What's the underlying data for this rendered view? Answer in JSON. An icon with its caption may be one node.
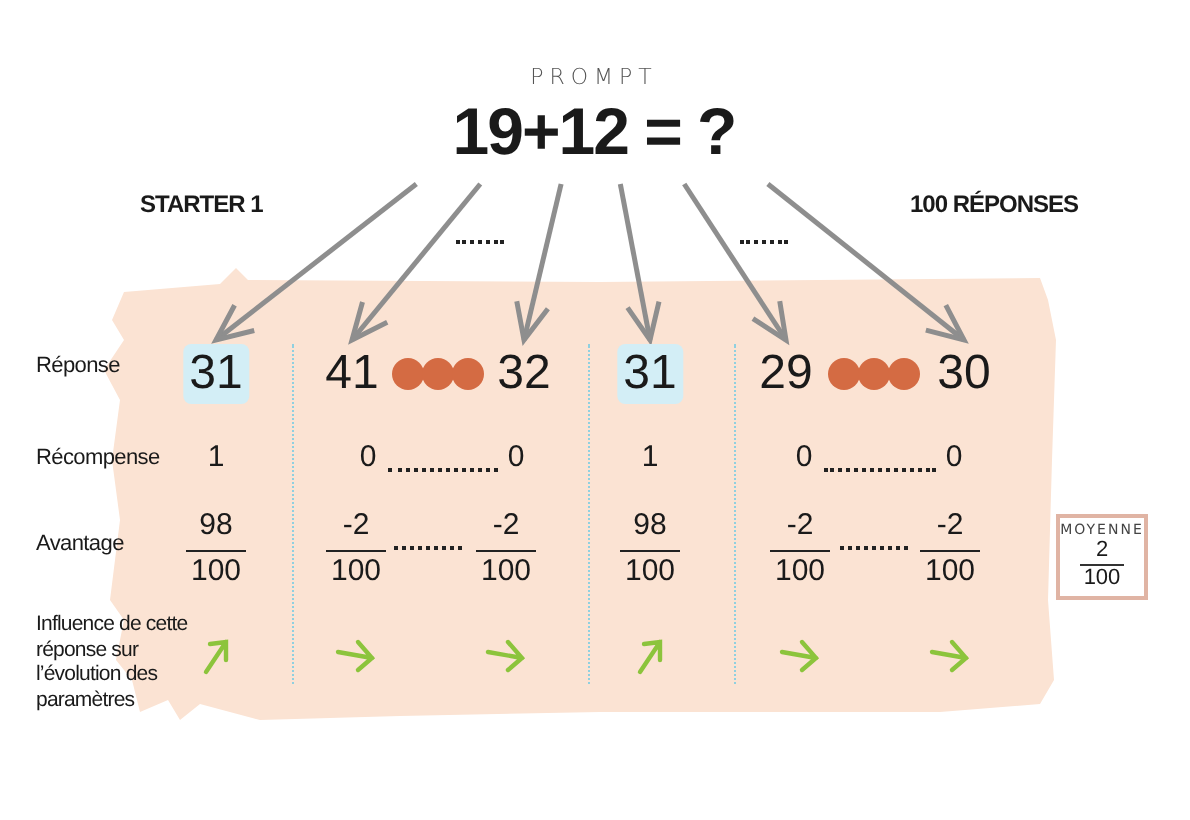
{
  "diagram": {
    "nodes": [
      {
        "text": [
          "PROMPT",
          "19+12 = ?"
        ]
      },
      {
        "text": [
          "31"
        ]
      },
      {
        "text": [
          "41"
        ]
      },
      {
        "text": [
          "32"
        ]
      },
      {
        "text": [
          "31"
        ]
      },
      {
        "text": [
          "29"
        ]
      },
      {
        "text": [
          "30"
        ]
      },
      {
        "text": [
          "MOYENNE",
          "2",
          "100"
        ]
      }
    ],
    "edges": [
      {
        "from": 0,
        "to": 1,
        "arrow": "to"
      },
      {
        "from": 0,
        "to": 2,
        "arrow": "to"
      },
      {
        "from": 0,
        "to": 3,
        "arrow": "to"
      },
      {
        "from": 0,
        "to": 4,
        "arrow": "to"
      },
      {
        "from": 0,
        "to": 5,
        "arrow": "to"
      },
      {
        "from": 0,
        "to": 6,
        "arrow": "to"
      }
    ],
    "labels": [
      "STARTER 1",
      "100 RÉPONSES",
      "Réponse",
      "Récompense",
      "1",
      "0",
      "0",
      "1",
      "0",
      "0",
      "Avantage",
      "98",
      "100",
      "-2",
      "100",
      "-2",
      "100",
      "98",
      "100",
      "-2",
      "100",
      "-2",
      "100",
      "Influence de cette réponse sur l’évolution des paramètres"
    ]
  }
}
